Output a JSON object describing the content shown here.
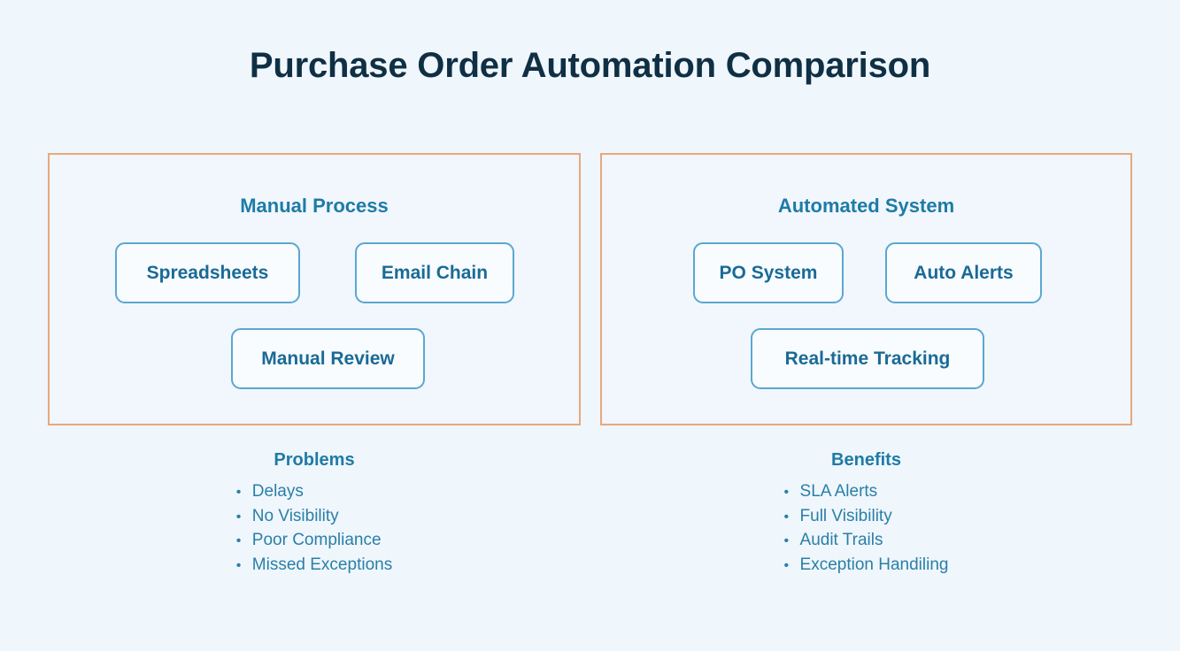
{
  "title": "Purchase Order Automation Comparison",
  "colors": {
    "background": "#eff6fc",
    "panel_border": "#e8a87c",
    "panel_fill": "#f1f7fd",
    "node_border": "#5ba7d1",
    "node_fill": "#f8fcff",
    "heading_text": "#1e7ba6",
    "node_text": "#1a6a96",
    "title_text": "#0f2f44",
    "list_text": "#2a7fa8"
  },
  "bullet_glyph": "•",
  "panels": [
    {
      "heading": "Manual Process",
      "nodes": [
        {
          "label": "Spreadsheets"
        },
        {
          "label": "Email Chain"
        },
        {
          "label": "Manual Review"
        }
      ]
    },
    {
      "heading": "Automated System",
      "nodes": [
        {
          "label": "PO System"
        },
        {
          "label": "Auto Alerts"
        },
        {
          "label": "Real-time Tracking"
        }
      ]
    }
  ],
  "outcomes": [
    {
      "title": "Problems",
      "items": [
        "Delays",
        "No Visibility",
        "Poor Compliance",
        "Missed Exceptions"
      ]
    },
    {
      "title": "Benefits",
      "items": [
        "SLA Alerts",
        "Full Visibility",
        "Audit Trails",
        "Exception Handiling"
      ]
    }
  ]
}
